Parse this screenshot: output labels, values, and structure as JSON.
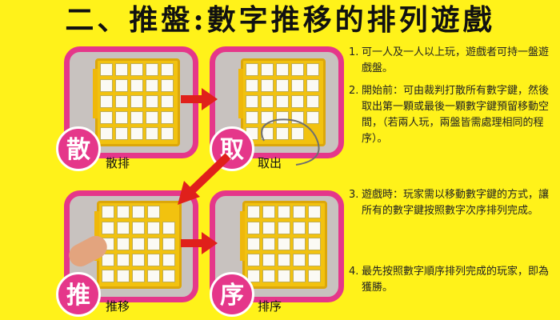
{
  "title": "二、推盤:數字推移的排列遊戲",
  "steps": [
    {
      "badge": "散",
      "caption": "散排"
    },
    {
      "badge": "取",
      "caption": "取出"
    },
    {
      "badge": "推",
      "caption": "推移"
    },
    {
      "badge": "序",
      "caption": "排序"
    }
  ],
  "instructions": [
    {
      "num": "1.",
      "text": "可一人及一人以上玩，遊戲者可持一盤遊戲盤。"
    },
    {
      "num": "2.",
      "text": "開始前：可由裁判打散所有數字鍵，然後取出第一顆或最後一顆數字鍵預留移動空間，（若兩人玩，兩盤皆需處理相同的程序）。"
    },
    {
      "num": "3.",
      "text": "遊戲時：玩家需以移動數字鍵的方式，讓所有的數字鍵按照數字次序排列完成。"
    },
    {
      "num": "4.",
      "text": "最先按照數字順序排列完成的玩家，即為獲勝。"
    }
  ],
  "colors": {
    "background": "#fff21a",
    "accent": "#e5378a",
    "arrow": "#e0201b",
    "board": "#f2c20f"
  }
}
